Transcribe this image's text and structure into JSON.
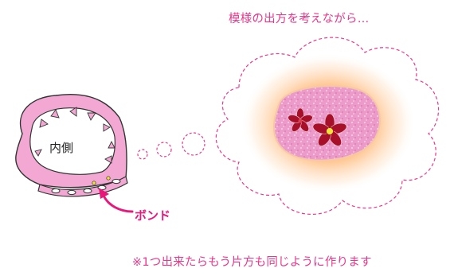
{
  "texts": {
    "thought_caption": "模様の出方を考えながら…",
    "inside_label": "内側",
    "bond_label": "ボンド",
    "bottom_note": "※1つ出来たらもう片方も同じように作ります"
  },
  "colors": {
    "accent_pink": "#e8388a",
    "bond_pink": "#e8187a",
    "shoe_pink": "#f2a8d2",
    "outline": "#333333",
    "glow_orange": "#ffaa55",
    "fabric_pink": "#ec9ac9",
    "flower_red": "#a8102a",
    "flower_center": "#f2e23c"
  },
  "icons": {
    "shoe": "shoe-illustration",
    "bond_arrow": "curved-arrow-icon",
    "thought_bubble": "thought-cloud",
    "fabric": "patterned-fabric",
    "flowers": "cherry-blossom-pattern"
  }
}
